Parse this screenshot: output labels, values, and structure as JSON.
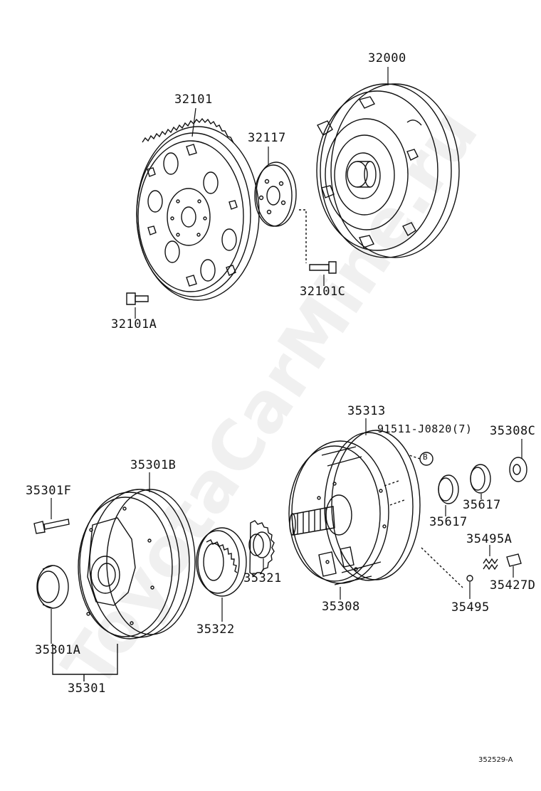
{
  "watermark": "ToyotaCarMine.ru",
  "diagram_code": "352529-A",
  "ref_marker": "B",
  "labels": {
    "p32000": "32000",
    "p32101": "32101",
    "p32117": "32117",
    "p32101a": "32101A",
    "p32101c": "32101C",
    "p35313": "35313",
    "p91511": "91511-J0820(7)",
    "p35308c": "35308C",
    "p35301b": "35301B",
    "p35301f": "35301F",
    "p35617a": "35617",
    "p35617b": "35617",
    "p35495a": "35495A",
    "p35321": "35321",
    "p35427d": "35427D",
    "p35322": "35322",
    "p35308": "35308",
    "p35495": "35495",
    "p35301a": "35301A",
    "p35301": "35301"
  }
}
